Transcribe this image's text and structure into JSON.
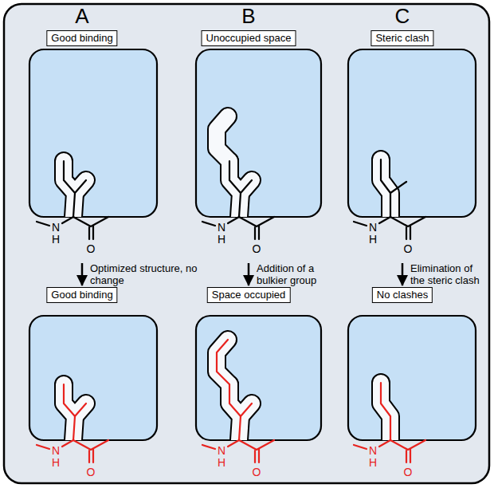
{
  "diagram": {
    "nodes": [
      {
        "text": [
          "Good binding"
        ]
      },
      {
        "text": [
          "Unoccupied space"
        ]
      },
      {
        "text": [
          "Steric clash"
        ]
      },
      {
        "text": [
          "Good binding"
        ]
      },
      {
        "text": [
          "Space occupied"
        ]
      },
      {
        "text": [
          "No clashes"
        ]
      }
    ],
    "edges": [
      {
        "from": 0,
        "to": 3,
        "arrow": "to",
        "label": "Optimized structure, no change"
      },
      {
        "from": 1,
        "to": 4,
        "arrow": "to",
        "label": "Addition of a bulkier group"
      },
      {
        "from": 2,
        "to": 5,
        "arrow": "to",
        "label": "Elimination of the steric clash"
      }
    ],
    "labels": [
      "A",
      "B",
      "C",
      "N",
      "H",
      "O",
      "N",
      "H",
      "O",
      "N",
      "H",
      "O",
      "N",
      "H",
      "O",
      "N",
      "H",
      "O",
      "N",
      "H",
      "O"
    ]
  }
}
